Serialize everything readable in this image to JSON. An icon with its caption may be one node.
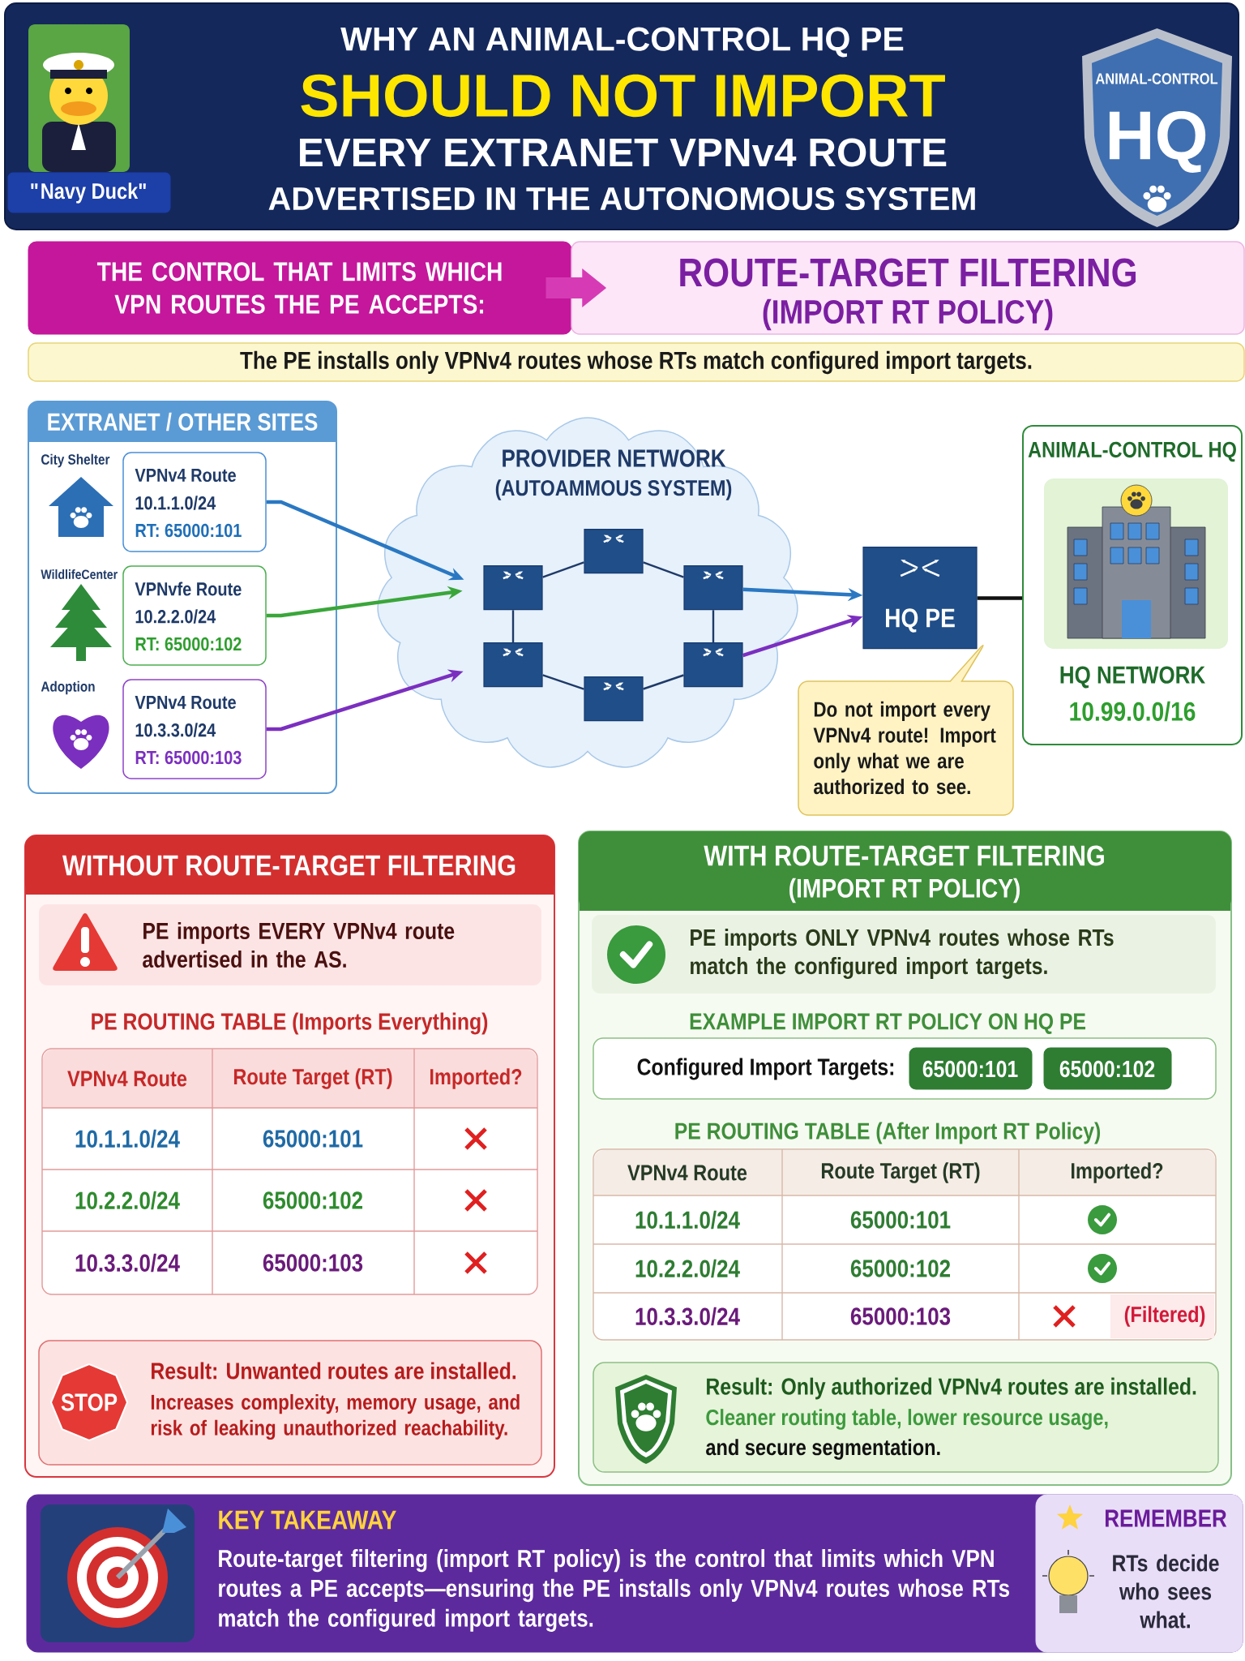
{
  "diagram": {
    "nodes": [
      {
        "text": [
          "WHY AN ANIMAL-CONTROL HQ PE",
          "SHOULD NOT IMPORT",
          "EVERY EXTRANET VPNv4 ROUTE",
          "ADVERTISED IN THE AUTONOMOUS SYSTEM"
        ]
      },
      {
        "text": [
          "\"Navy Duck\""
        ],
        "in": 0
      },
      {
        "text": [
          "ANIMAL-CONTROL",
          "HQ"
        ],
        "in": 0
      },
      {
        "text": [
          "THE CONTROL THAT LIMITS WHICH VPN ROUTES THE PE ACCEPTS:"
        ]
      },
      {
        "text": [
          "ROUTE-TARGET FILTERING",
          "(IMPORT RT POLICY)"
        ]
      },
      {
        "text": [
          "The PE installs only VPNv4 routes whose RTs match configured import targets."
        ]
      },
      {
        "text": [
          "EXTRANET / OTHER SITES"
        ]
      },
      {
        "text": [
          "VPNv4 Route",
          "10.1.1.0/24",
          "RT: 65000:101"
        ],
        "beside": [
          "City Shelter"
        ],
        "in": 6
      },
      {
        "text": [
          "VPNvfe Route",
          "10.2.2.0/24",
          "RT: 65000:102"
        ],
        "beside": [
          "WildlifeCenter"
        ],
        "in": 6
      },
      {
        "text": [
          "VPNv4 Route",
          "10.3.3.0/24",
          "RT: 65000:103"
        ],
        "beside": [
          "Adoption"
        ],
        "in": 6
      },
      {
        "text": [
          "PROVIDER NETWORK",
          "(AUTOAMMOUS SYSTEM)"
        ]
      },
      {
        "text": [],
        "shape": "cylinder",
        "in": 10
      },
      {
        "text": [],
        "shape": "cylinder",
        "in": 10
      },
      {
        "text": [],
        "shape": "cylinder",
        "in": 10
      },
      {
        "text": [],
        "shape": "cylinder",
        "in": 10
      },
      {
        "text": [],
        "shape": "cylinder",
        "in": 10
      },
      {
        "text": [],
        "shape": "cylinder",
        "in": 10
      },
      {
        "text": [
          "HQ PE"
        ]
      },
      {
        "text": [
          "ANIMAL-CONTROL HQ",
          "HQ NETWORK",
          "10.99.0.0/16"
        ]
      },
      {
        "text": [
          "Do not import every VPNv4 route! Import only what we are authorized to see."
        ]
      },
      {
        "text": [
          "WITHOUT ROUTE-TARGET FILTERING"
        ]
      },
      {
        "text": [
          "PE imports EVERY VPNv4 route advertised in the AS."
        ],
        "in": 20
      },
      {
        "text": [
          "Result: Unwanted routes are installed.",
          "Increases complexity, memory usage, and risk of leaking unauthorized reachability."
        ],
        "in": 20
      },
      {
        "text": [
          "STOP"
        ],
        "in": 22
      },
      {
        "text": [
          "WITH ROUTE-TARGET FILTERING",
          "(IMPORT RT POLICY)"
        ]
      },
      {
        "text": [
          "PE imports ONLY VPNv4 routes whose RTs match the configured import targets."
        ],
        "in": 24
      },
      {
        "text": [
          "Configured Import Targets:"
        ],
        "in": 24
      },
      {
        "text": [
          "65000:101"
        ],
        "in": 26
      },
      {
        "text": [
          "65000:102"
        ],
        "in": 26
      },
      {
        "text": [
          "Result: Only authorized VPNv4 routes are installed.",
          "Cleaner routing table, lower resource usage,",
          "and secure segmentation."
        ],
        "in": 24
      },
      {
        "text": [
          "KEY TAKEAWAY",
          "Route-target filtering (import RT policy) is the control that limits which VPN routes a PE accepts—ensuring the PE installs only VPNv4 routes whose RTs match the configured import targets."
        ]
      },
      {
        "text": [
          "REMEMBER",
          "RTs decide who sees what."
        ],
        "in": 30
      }
    ],
    "edges": [
      {
        "from": 3,
        "to": 4,
        "arrow": "to",
        "style": "thick",
        "color": "#d63bb5"
      },
      {
        "from": 7,
        "to": 11,
        "arrow": "to",
        "color": "#2a78c2"
      },
      {
        "from": 8,
        "to": 11,
        "arrow": "to",
        "color": "#3aa63a"
      },
      {
        "from": 9,
        "to": 12,
        "arrow": "to",
        "color": "#7b2fbf"
      },
      {
        "from": 13,
        "to": 11,
        "arrow": "none"
      },
      {
        "from": 13,
        "to": 15,
        "arrow": "none"
      },
      {
        "from": 11,
        "to": 12,
        "arrow": "none"
      },
      {
        "from": 15,
        "to": 16,
        "arrow": "none"
      },
      {
        "from": 12,
        "to": 14,
        "arrow": "none"
      },
      {
        "from": 14,
        "to": 16,
        "arrow": "none"
      },
      {
        "from": 15,
        "to": 17,
        "arrow": "to",
        "color": "#2a78c2"
      },
      {
        "from": 16,
        "to": 17,
        "arrow": "to",
        "color": "#7b2fbf"
      },
      {
        "from": 17,
        "to": 18,
        "arrow": "none",
        "color": "#111111"
      }
    ],
    "labels": [
      "PE ROUTING TABLE (Imports Everything)",
      "VPNv4 Route",
      "Route Target (RT)",
      "Imported?",
      "10.1.1.0/24",
      "65000:101",
      "10.2.2.0/24",
      "65000:102",
      "10.3.3.0/24",
      "65000:103",
      "EXAMPLE IMPORT RT POLICY ON HQ PE",
      "PE ROUTING TABLE (After Import RT Policy)",
      "VPNv4 Route",
      "Route Target (RT)",
      "Imported?",
      "10.1.1.0/24",
      "65000:101",
      "10.2.2.0/24",
      "65000:102",
      "10.3.3.0/24",
      "65000:103",
      "(Filtered)"
    ]
  }
}
